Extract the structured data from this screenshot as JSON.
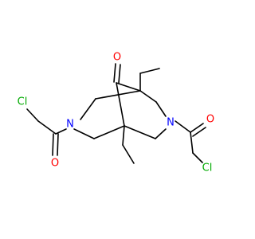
{
  "colors": {
    "carbon_bond": "#000000",
    "oxygen": "#ff0000",
    "nitrogen": "#0000ff",
    "chlorine": "#00aa00",
    "background": "#ffffff"
  },
  "atoms": {
    "ketone_o": "O",
    "amide_o_left": "O",
    "amide_o_right": "O",
    "n_left": "N",
    "n_right": "N",
    "cl_left": "Cl",
    "cl_right": "Cl"
  }
}
